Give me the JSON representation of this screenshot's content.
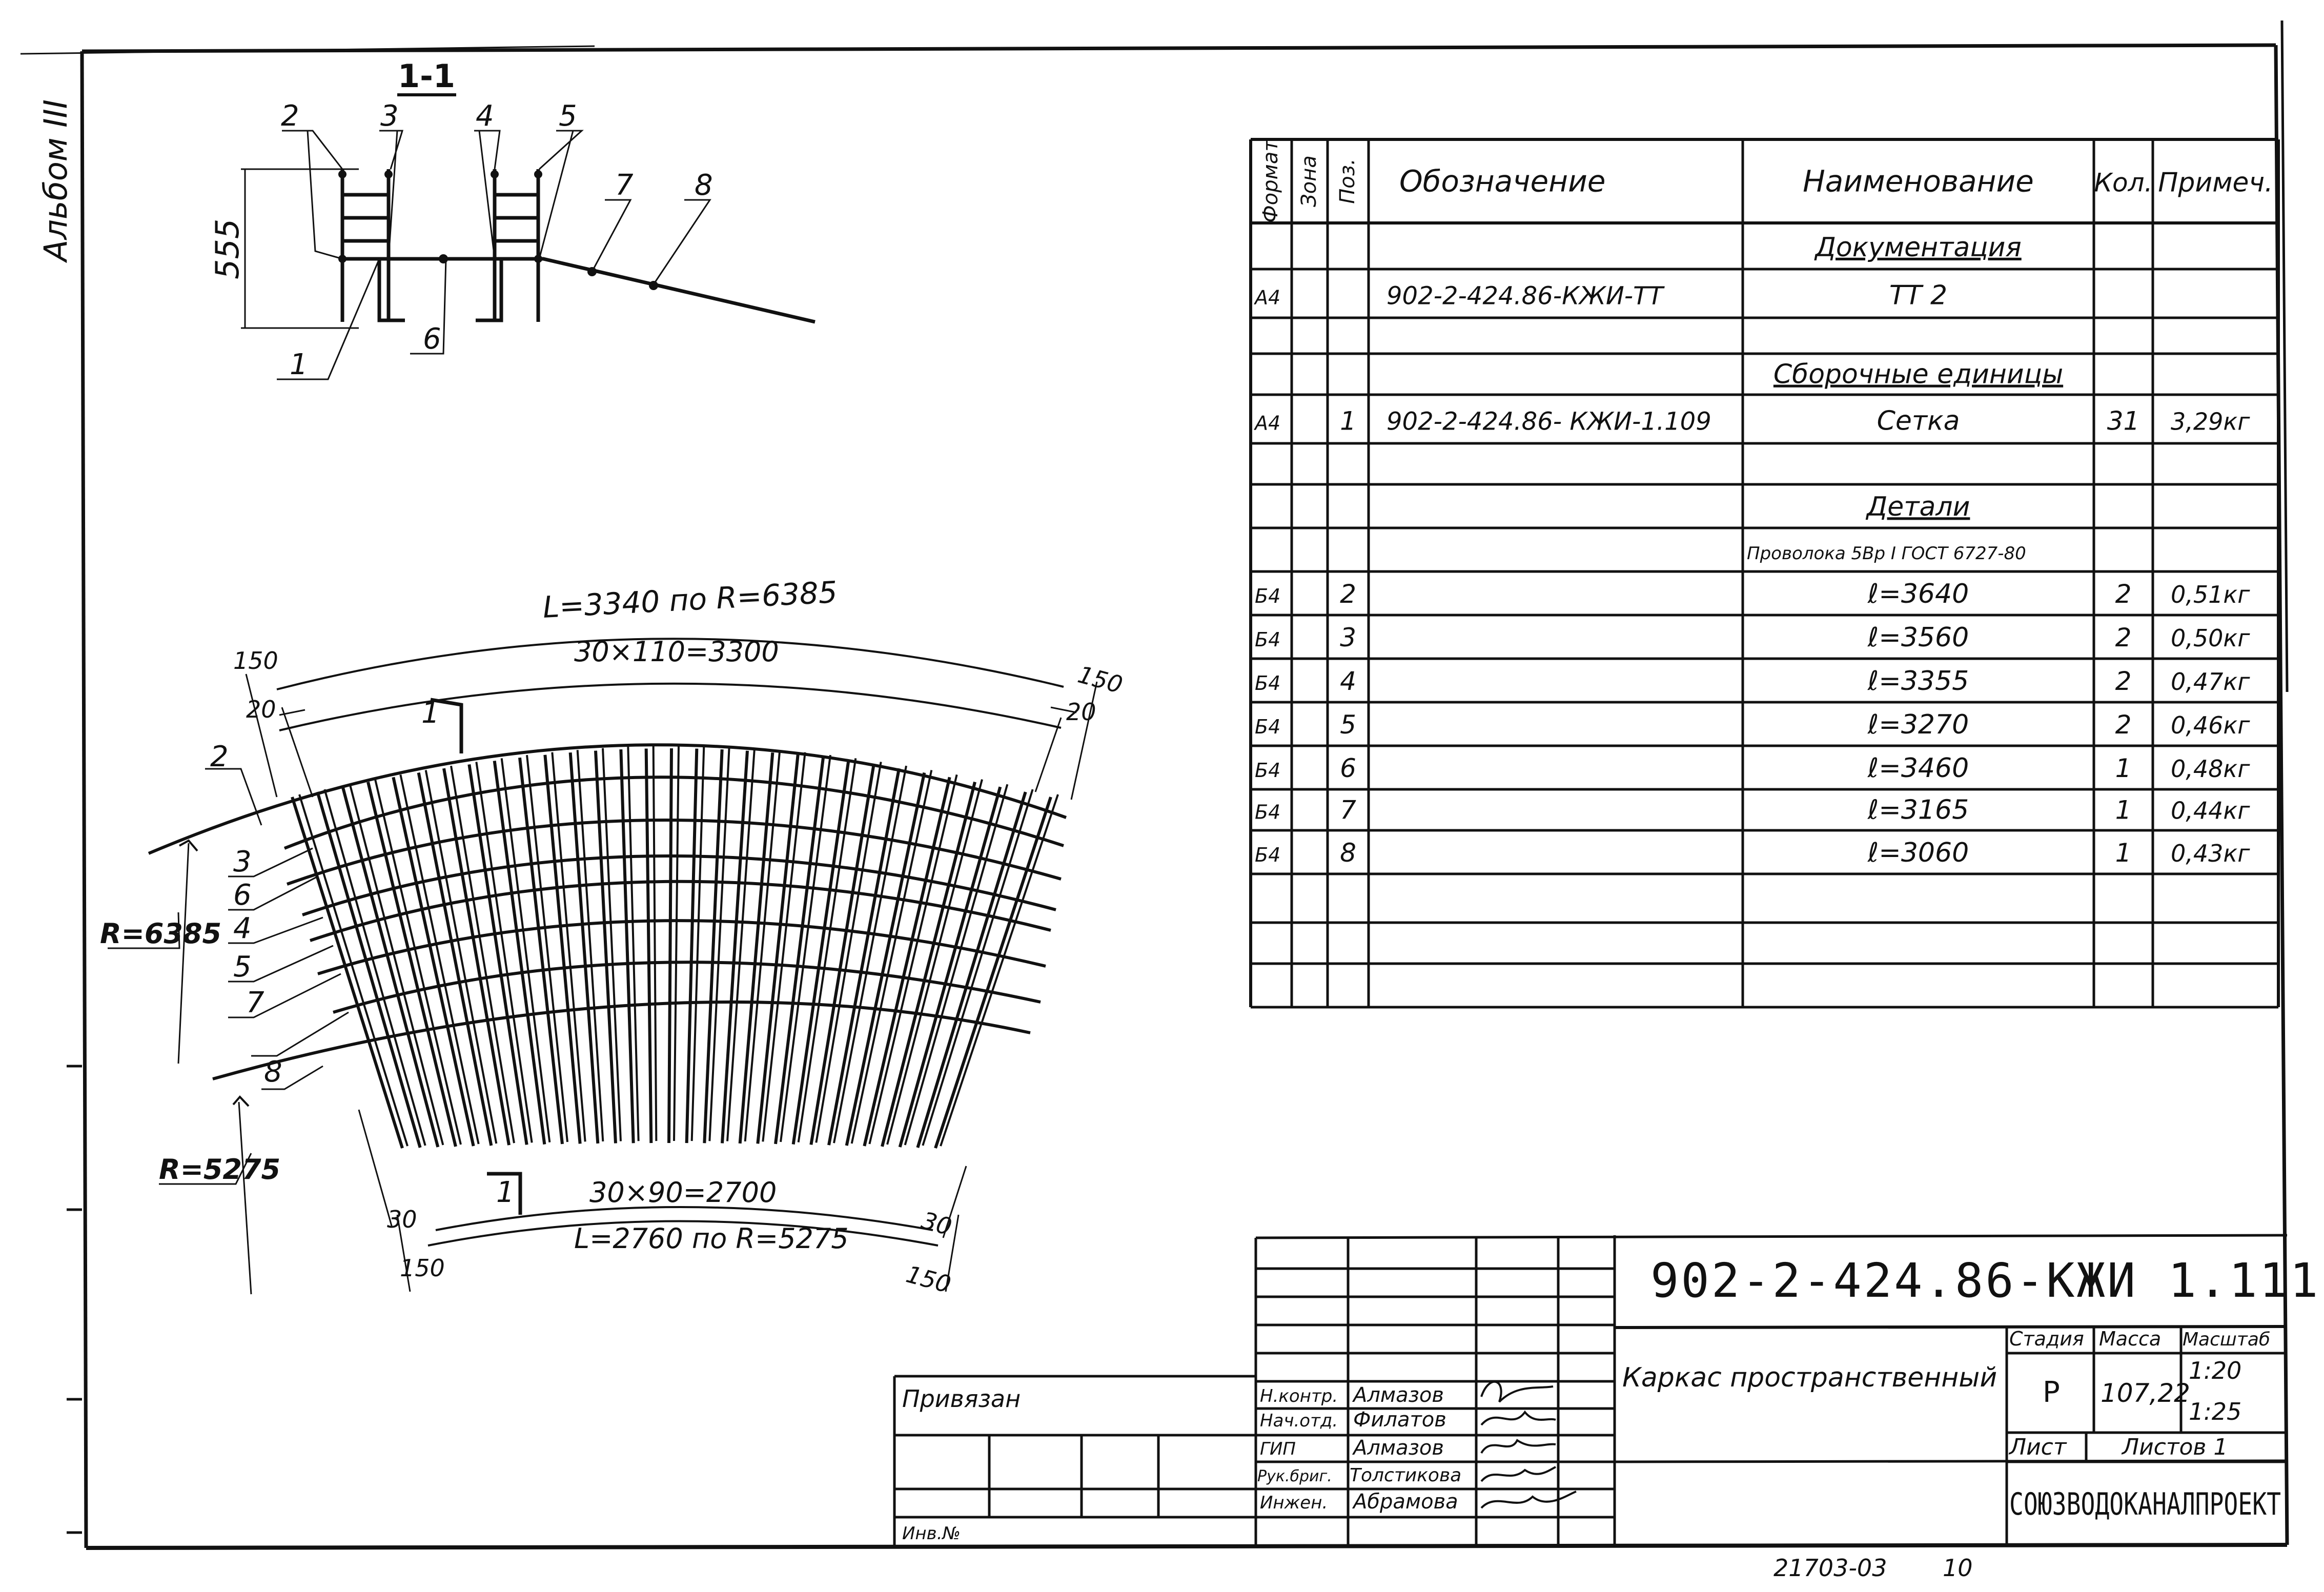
{
  "album_label": "Альбом III",
  "section": {
    "title": "1-1",
    "height_dim": "555",
    "callouts": [
      "1",
      "2",
      "3",
      "4",
      "5",
      "6",
      "7",
      "8"
    ]
  },
  "plan": {
    "outer_arc_dim": "L=3340 по R=6385",
    "outer_spacing_dim": "30×110=3300",
    "inner_spacing_dim": "30×90=2700",
    "inner_arc_dim": "L=2760 по R=5275",
    "dim_150": "150",
    "dim_20": "20",
    "dim_30": "30",
    "radius_outer": "R=6385",
    "radius_inner": "R=5275",
    "cut_label": "1",
    "bar_labels": [
      "2",
      "3",
      "6",
      "4",
      "5",
      "7",
      "8"
    ]
  },
  "spec_table": {
    "headers": {
      "format": "Формат",
      "zone": "Зона",
      "pos": "Поз.",
      "designation": "Обозначение",
      "name": "Наименование",
      "qty": "Кол.",
      "note": "Примеч."
    },
    "rows": [
      {
        "format": "",
        "pos": "",
        "designation": "",
        "name": "Документация",
        "qty": "",
        "note": "",
        "heading": true
      },
      {
        "format": "А4",
        "pos": "",
        "designation": "902-2-424.86-КЖИ-ТТ",
        "name": "ТТ 2",
        "qty": "",
        "note": "",
        "heading": false
      },
      {
        "format": "",
        "pos": "",
        "designation": "",
        "name": "",
        "qty": "",
        "note": "",
        "heading": false
      },
      {
        "format": "",
        "pos": "",
        "designation": "",
        "name": "Сборочные единицы",
        "qty": "",
        "note": "",
        "heading": true
      },
      {
        "format": "А4",
        "pos": "1",
        "designation": "902-2-424.86- КЖИ-1.109",
        "name": "Сетка",
        "qty": "31",
        "note": "3,29кг",
        "heading": false
      },
      {
        "format": "",
        "pos": "",
        "designation": "",
        "name": "",
        "qty": "",
        "note": "",
        "heading": false
      },
      {
        "format": "",
        "pos": "",
        "designation": "",
        "name": "Детали",
        "qty": "",
        "note": "",
        "heading": true
      },
      {
        "format": "",
        "pos": "",
        "designation": "",
        "name": "Проволока 5Вр I ГОСТ 6727-80",
        "qty": "",
        "note": "",
        "heading": false
      },
      {
        "format": "Б4",
        "pos": "2",
        "designation": "",
        "name": "ℓ=3640",
        "qty": "2",
        "note": "0,51кг",
        "heading": false
      },
      {
        "format": "Б4",
        "pos": "3",
        "designation": "",
        "name": "ℓ=3560",
        "qty": "2",
        "note": "0,50кг",
        "heading": false
      },
      {
        "format": "Б4",
        "pos": "4",
        "designation": "",
        "name": "ℓ=3355",
        "qty": "2",
        "note": "0,47кг",
        "heading": false
      },
      {
        "format": "Б4",
        "pos": "5",
        "designation": "",
        "name": "ℓ=3270",
        "qty": "2",
        "note": "0,46кг",
        "heading": false
      },
      {
        "format": "Б4",
        "pos": "6",
        "designation": "",
        "name": "ℓ=3460",
        "qty": "1",
        "note": "0,48кг",
        "heading": false
      },
      {
        "format": "Б4",
        "pos": "7",
        "designation": "",
        "name": "ℓ=3165",
        "qty": "1",
        "note": "0,44кг",
        "heading": false
      },
      {
        "format": "Б4",
        "pos": "8",
        "designation": "",
        "name": "ℓ=3060",
        "qty": "1",
        "note": "0,43кг",
        "heading": false
      },
      {
        "format": "",
        "pos": "",
        "designation": "",
        "name": "",
        "qty": "",
        "note": "",
        "heading": false
      },
      {
        "format": "",
        "pos": "",
        "designation": "",
        "name": "",
        "qty": "",
        "note": "",
        "heading": false
      },
      {
        "format": "",
        "pos": "",
        "designation": "",
        "name": "",
        "qty": "",
        "note": "",
        "heading": false
      }
    ]
  },
  "title_block": {
    "code": "902-2-424.86-КЖИ 1.111",
    "description": "Каркас пространственный",
    "stage_label": "Стадия",
    "mass_label": "Масса",
    "scale_label": "Масштаб",
    "stage": "Р",
    "mass": "107,22",
    "scale_1": "1:20",
    "scale_2": "1:25",
    "sheet_label": "Лист",
    "sheets_label": "Листов 1",
    "org": "СОЮЗВОДОКАНАЛПРОЕКТ",
    "bound_label": "Привязан",
    "inv_label": "Инв.№",
    "signatories": [
      {
        "role": "Н.контр.",
        "name": "Алмазов"
      },
      {
        "role": "Нач.отд.",
        "name": "Филатов"
      },
      {
        "role": "ГИП",
        "name": "Алмазов"
      },
      {
        "role": "Рук.бриг.",
        "name": "Толстикова"
      },
      {
        "role": "Инжен.",
        "name": "Абрамова"
      }
    ]
  },
  "footer_number": "21703-03",
  "footer_page": "10"
}
